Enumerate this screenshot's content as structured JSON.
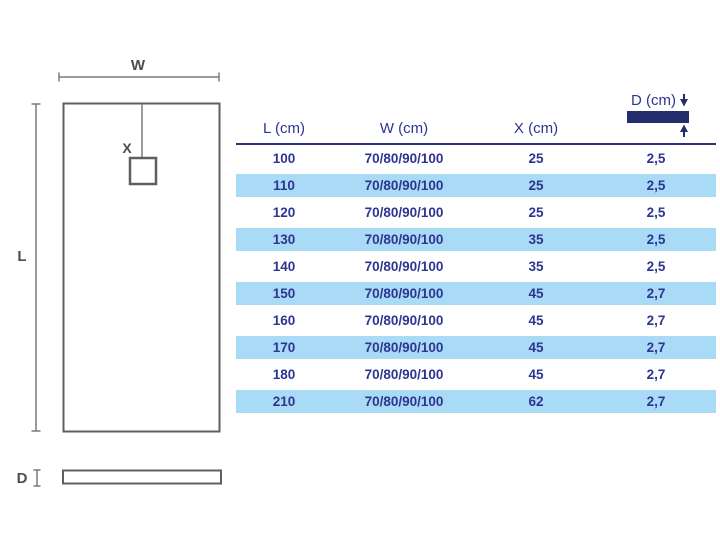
{
  "diagram": {
    "width_label": "W",
    "length_label": "L",
    "drain_offset_label": "X",
    "depth_label": "D"
  },
  "table": {
    "headers": {
      "l": "L (cm)",
      "w": "W (cm)",
      "x": "X (cm)",
      "d": "D (cm)"
    },
    "rows": [
      {
        "l": "100",
        "w": "70/80/90/100",
        "x": "25",
        "d": "2,5"
      },
      {
        "l": "110",
        "w": "70/80/90/100",
        "x": "25",
        "d": "2,5"
      },
      {
        "l": "120",
        "w": "70/80/90/100",
        "x": "25",
        "d": "2,5"
      },
      {
        "l": "130",
        "w": "70/80/90/100",
        "x": "35",
        "d": "2,5"
      },
      {
        "l": "140",
        "w": "70/80/90/100",
        "x": "35",
        "d": "2,5"
      },
      {
        "l": "150",
        "w": "70/80/90/100",
        "x": "45",
        "d": "2,7"
      },
      {
        "l": "160",
        "w": "70/80/90/100",
        "x": "45",
        "d": "2,7"
      },
      {
        "l": "170",
        "w": "70/80/90/100",
        "x": "45",
        "d": "2,7"
      },
      {
        "l": "180",
        "w": "70/80/90/100",
        "x": "45",
        "d": "2,7"
      },
      {
        "l": "210",
        "w": "70/80/90/100",
        "x": "62",
        "d": "2,7"
      }
    ]
  },
  "icons": {
    "depth_top": "arrow-down-icon",
    "depth_bottom": "arrow-up-icon"
  },
  "colors": {
    "stripe_blue": "#a9daf6",
    "text_navy": "#2e3591",
    "bar_navy": "#252e6d",
    "header_rule_navy": "#2b3280",
    "diagram_gray": "#5f5f5f"
  }
}
